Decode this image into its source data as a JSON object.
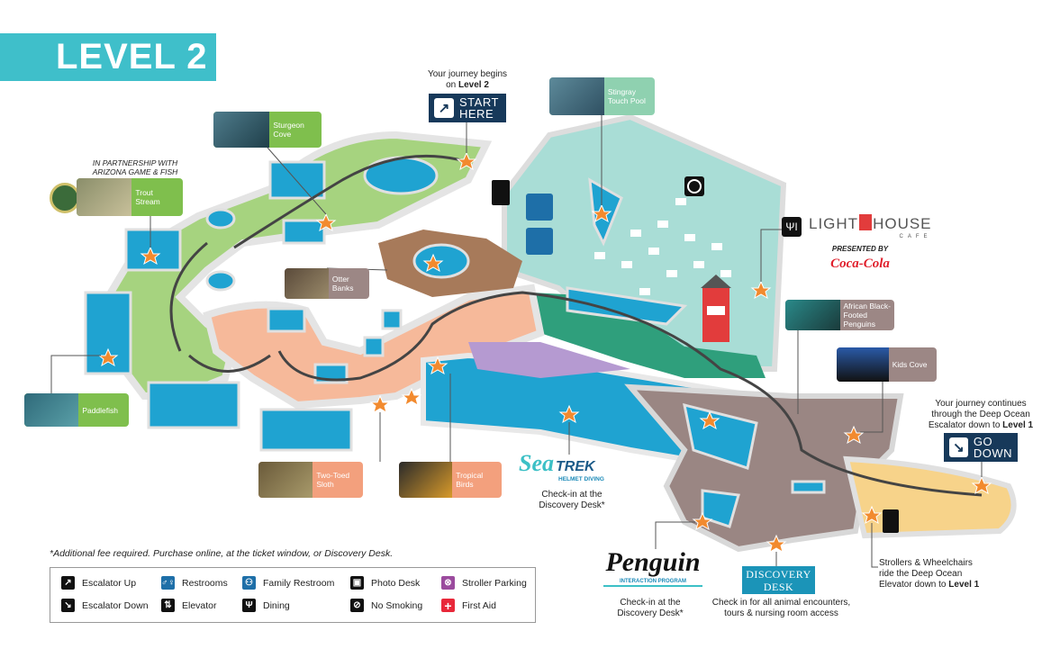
{
  "title": "LEVEL 2",
  "start": {
    "intro": "Your journey begins",
    "intro2_prefix": "on",
    "intro2_bold": "Level 2",
    "sign_line1": "START",
    "sign_line2": "HERE",
    "icon": "escalator-up-icon"
  },
  "partnership": {
    "line1": "IN PARTNERSHIP WITH",
    "line2": "ARIZONA GAME & FISH"
  },
  "exhibits": [
    {
      "label": "Sturgeon Cove"
    },
    {
      "label": "Trout Stream"
    },
    {
      "label": "Stingray Touch Pool"
    },
    {
      "label": "Otter Banks"
    },
    {
      "label": "Paddlefish"
    },
    {
      "label": "Two-Toed Sloth"
    },
    {
      "label": "Tropical Birds"
    },
    {
      "label": "African Black-Footed Penguins"
    },
    {
      "label": "Kids Cove"
    }
  ],
  "lighthouse": {
    "name_left": "LIGHT",
    "name_right": "HOUSE",
    "sub": "CAFE",
    "presented_by": "PRESENTED BY",
    "sponsor": "Coca-Cola"
  },
  "go_down": {
    "text1": "Your journey continues",
    "text2": "through the Deep Ocean",
    "text3_prefix": "Escalator down to",
    "text3_bold": "Level 1",
    "sign_line1": "GO",
    "sign_line2": "DOWN",
    "icon": "escalator-down-icon"
  },
  "strollers": {
    "line1": "Strollers & Wheelchairs",
    "line2": "ride the Deep Ocean",
    "line3_prefix": "Elevator down to",
    "line3_bold": "Level 1"
  },
  "seatrek": {
    "logo_sea": "Sea",
    "logo_trek": "TREK",
    "logo_sub": "HELMET DIVING",
    "note1": "Check-in at the",
    "note2": "Discovery Desk*"
  },
  "penguin": {
    "logo": "Penguin",
    "logo_sub": "INTERACTION PROGRAM",
    "note1": "Check-in at the",
    "note2": "Discovery Desk*"
  },
  "discovery": {
    "line1": "DISCOVERY",
    "line2": "DESK",
    "note1": "Check in for all animal encounters,",
    "note2": "tours & nursing room access"
  },
  "footnote": "*Additional fee required. Purchase online, at the ticket window, or Discovery Desk.",
  "legend": [
    {
      "label": "Escalator Up",
      "icon": "escalator-up-icon",
      "color": "#111111"
    },
    {
      "label": "Escalator Down",
      "icon": "escalator-down-icon",
      "color": "#111111"
    },
    {
      "label": "Restrooms",
      "icon": "restroom-icon",
      "color": "#1e6fa8"
    },
    {
      "label": "Elevator",
      "icon": "elevator-icon",
      "color": "#111111"
    },
    {
      "label": "Family Restroom",
      "icon": "family-restroom-icon",
      "color": "#1e6fa8"
    },
    {
      "label": "Dining",
      "icon": "dining-icon",
      "color": "#111111"
    },
    {
      "label": "Photo Desk",
      "icon": "photo-desk-icon",
      "color": "#111111"
    },
    {
      "label": "No Smoking",
      "icon": "no-smoking-icon",
      "color": "#111111"
    },
    {
      "label": "Stroller Parking",
      "icon": "stroller-icon",
      "color": "#9b4b9e"
    },
    {
      "label": "First Aid",
      "icon": "first-aid-icon",
      "color": "#e8283a"
    }
  ],
  "colors": {
    "banner": "#3fbfca",
    "sign": "#17395a",
    "star": "#f28a2e",
    "water": "#1fa3d1"
  }
}
